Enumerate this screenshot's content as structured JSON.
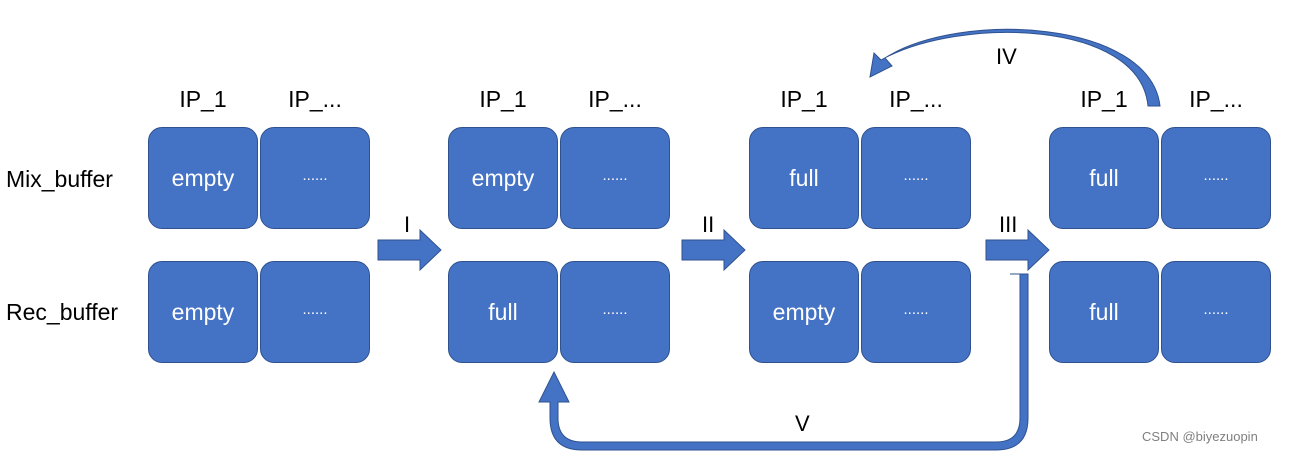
{
  "rows": {
    "mix": "Mix_buffer",
    "rec": "Rec_buffer"
  },
  "ip_headers": [
    "IP_1",
    "IP_..."
  ],
  "stages": [
    {
      "mix": [
        "empty",
        "......"
      ],
      "rec": [
        "empty",
        "......"
      ]
    },
    {
      "mix": [
        "empty",
        "......"
      ],
      "rec": [
        "full",
        "......"
      ]
    },
    {
      "mix": [
        "full",
        "......"
      ],
      "rec": [
        "empty",
        "......"
      ]
    },
    {
      "mix": [
        "full",
        "......"
      ],
      "rec": [
        "full",
        "......"
      ]
    }
  ],
  "steps": {
    "s1": "I",
    "s2": "II",
    "s3": "III",
    "s4": "IV",
    "s5": "V"
  },
  "watermark": "CSDN @biyezuopin",
  "colors": {
    "cell_fill": "#4472c4",
    "cell_border": "#2f528f",
    "arrow": "#4472c4"
  }
}
